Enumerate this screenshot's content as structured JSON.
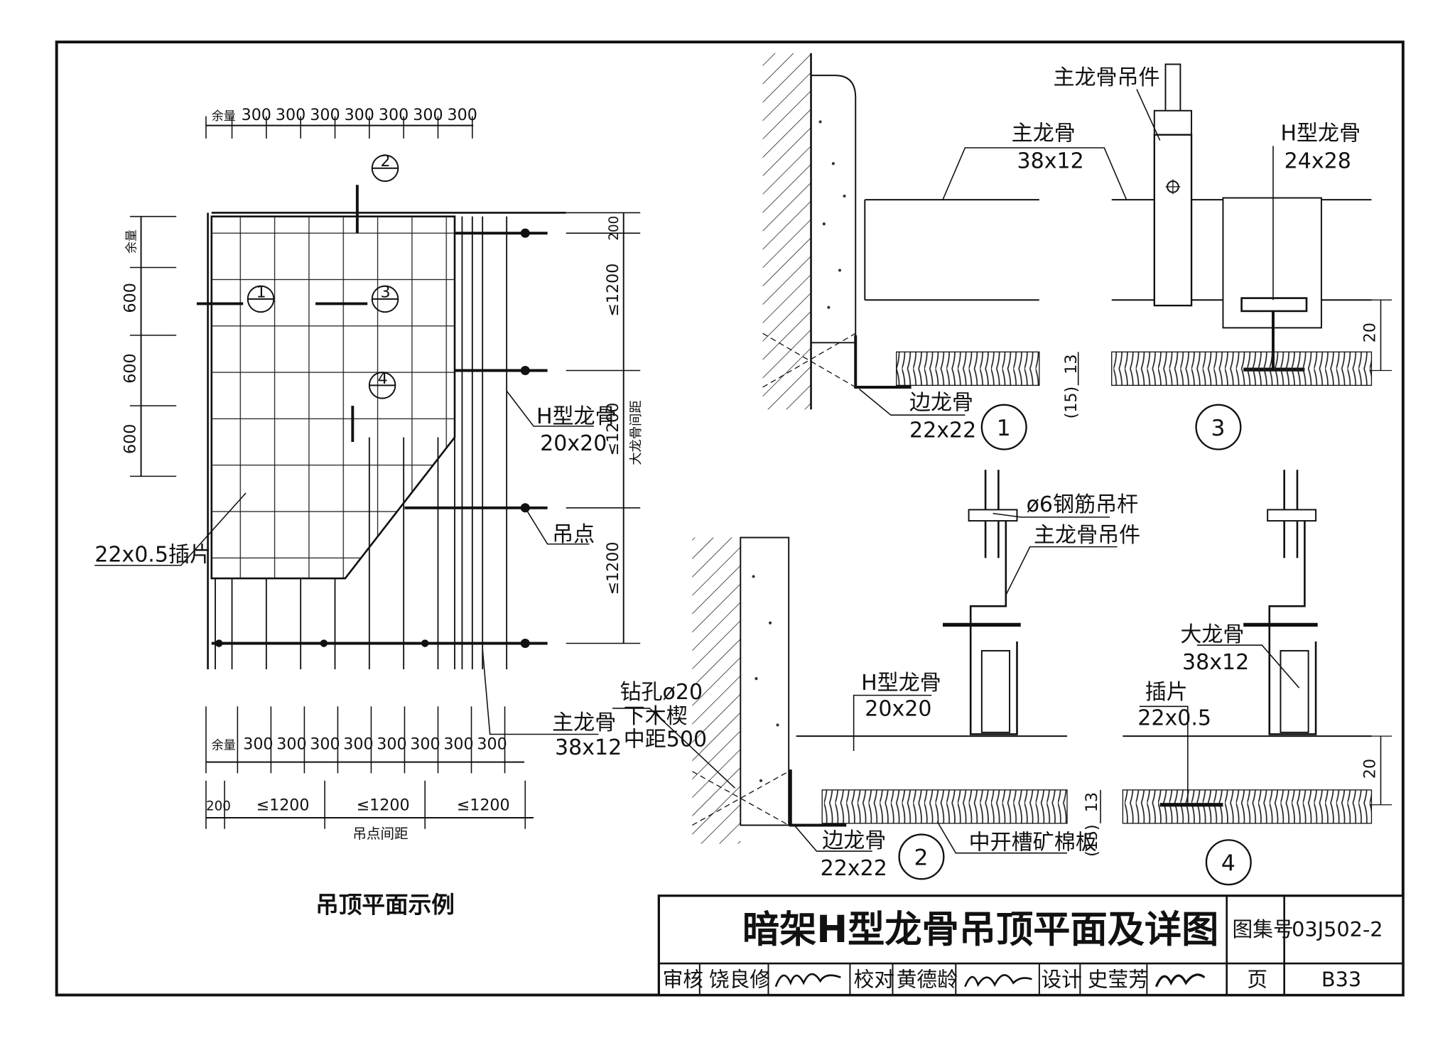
{
  "plan": {
    "title": "吊顶平面示例",
    "top_dims": [
      "余量",
      "300",
      "300",
      "300",
      "300",
      "300",
      "300",
      "300"
    ],
    "bottom_dims": [
      "余量",
      "300",
      "300",
      "300",
      "300",
      "300",
      "300",
      "300",
      "300"
    ],
    "left_dims": [
      "余量",
      "600",
      "600",
      "600"
    ],
    "right_dims": [
      "200",
      "≤1200",
      "≤1200",
      "≤1200"
    ],
    "right_label": "大龙骨间距",
    "bottom_spacing": [
      "200",
      "≤1200",
      "≤1200",
      "≤1200"
    ],
    "bottom_label": "吊点间距",
    "callouts": [
      "1",
      "2",
      "3",
      "4"
    ],
    "labels": {
      "h_keel_name": "H型龙骨",
      "h_keel_size": "20x20",
      "hanger_point": "吊点",
      "insert_strip": "22x0.5插片",
      "main_keel_name": "主龙骨",
      "main_keel_size": "38x12",
      "drill_1": "钻孔ø20",
      "drill_2": "下木楔",
      "drill_3": "中距500"
    }
  },
  "detail_top": {
    "main_keel_hanger": "主龙骨吊件",
    "main_keel_name": "主龙骨",
    "main_keel_size": "38x12",
    "h_keel_name": "H型龙骨",
    "h_keel_size": "24x28",
    "edge_keel_name": "边龙骨",
    "edge_keel_size": "22x22",
    "dim_20": "20",
    "dim_13": "13",
    "dim_15": "(15)",
    "mark_1": "1",
    "mark_3": "3"
  },
  "detail_bottom": {
    "rod": "ø6钢筋吊杆",
    "hanger": "主龙骨吊件",
    "h_keel_name": "H型龙骨",
    "h_keel_size": "20x20",
    "big_keel_name": "大龙骨",
    "big_keel_size": "38x12",
    "insert_name": "插片",
    "insert_size": "22x0.5",
    "edge_keel_name": "边龙骨",
    "edge_keel_size": "22x22",
    "board": "中开槽矿棉板",
    "dim_20": "20",
    "dim_13": "13",
    "dim_15": "(15)",
    "mark_2": "2",
    "mark_4": "4"
  },
  "title_block": {
    "title": "暗架H型龙骨吊顶平面及详图",
    "atlas_label": "图集号",
    "atlas_no": "03J502-2",
    "review_label": "审核",
    "reviewer": "饶良修",
    "check_label": "校对",
    "checker": "黄德龄",
    "design_label": "设计",
    "designer": "史莹芳",
    "page_label": "页",
    "page_no": "B33"
  }
}
